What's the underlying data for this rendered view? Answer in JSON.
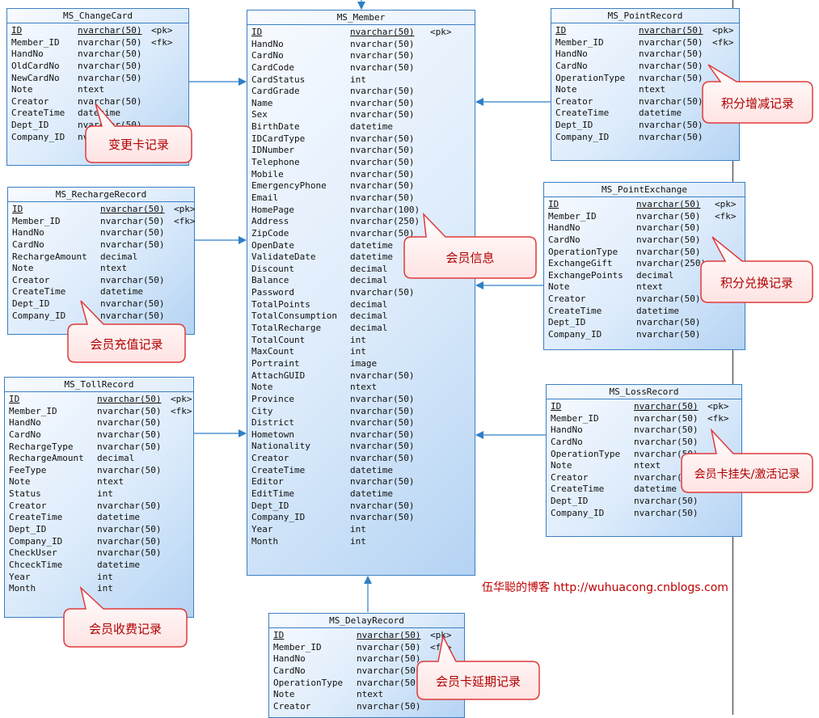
{
  "tables": {
    "member": {
      "name": "MS_Member",
      "rows": [
        [
          "ID",
          "nvarchar(50)",
          "<pk>"
        ],
        [
          "HandNo",
          "nvarchar(50)",
          ""
        ],
        [
          "CardNo",
          "nvarchar(50)",
          ""
        ],
        [
          "CardCode",
          "nvarchar(50)",
          ""
        ],
        [
          "CardStatus",
          "int",
          ""
        ],
        [
          "CardGrade",
          "nvarchar(50)",
          ""
        ],
        [
          "Name",
          "nvarchar(50)",
          ""
        ],
        [
          "Sex",
          "nvarchar(50)",
          ""
        ],
        [
          "BirthDate",
          "datetime",
          ""
        ],
        [
          "IDCardType",
          "nvarchar(50)",
          ""
        ],
        [
          "IDNumber",
          "nvarchar(50)",
          ""
        ],
        [
          "Telephone",
          "nvarchar(50)",
          ""
        ],
        [
          "Mobile",
          "nvarchar(50)",
          ""
        ],
        [
          "EmergencyPhone",
          "nvarchar(50)",
          ""
        ],
        [
          "Email",
          "nvarchar(50)",
          ""
        ],
        [
          "HomePage",
          "nvarchar(100)",
          ""
        ],
        [
          "Address",
          "nvarchar(250)",
          ""
        ],
        [
          "ZipCode",
          "nvarchar(50)",
          ""
        ],
        [
          "OpenDate",
          "datetime",
          ""
        ],
        [
          "ValidateDate",
          "datetime",
          ""
        ],
        [
          "Discount",
          "decimal",
          ""
        ],
        [
          "Balance",
          "decimal",
          ""
        ],
        [
          "Password",
          "nvarchar(50)",
          ""
        ],
        [
          "TotalPoints",
          "decimal",
          ""
        ],
        [
          "TotalConsumption",
          "decimal",
          ""
        ],
        [
          "TotalRecharge",
          "decimal",
          ""
        ],
        [
          "TotalCount",
          "int",
          ""
        ],
        [
          "MaxCount",
          "int",
          ""
        ],
        [
          "Portraint",
          "image",
          ""
        ],
        [
          "AttachGUID",
          "nvarchar(50)",
          ""
        ],
        [
          "Note",
          "ntext",
          ""
        ],
        [
          "Province",
          "nvarchar(50)",
          ""
        ],
        [
          "City",
          "nvarchar(50)",
          ""
        ],
        [
          "District",
          "nvarchar(50)",
          ""
        ],
        [
          "Hometown",
          "nvarchar(50)",
          ""
        ],
        [
          "Nationality",
          "nvarchar(50)",
          ""
        ],
        [
          "Creator",
          "nvarchar(50)",
          ""
        ],
        [
          "CreateTime",
          "datetime",
          ""
        ],
        [
          "Editor",
          "nvarchar(50)",
          ""
        ],
        [
          "EditTime",
          "datetime",
          ""
        ],
        [
          "Dept_ID",
          "nvarchar(50)",
          ""
        ],
        [
          "Company_ID",
          "nvarchar(50)",
          ""
        ],
        [
          "Year",
          "int",
          ""
        ],
        [
          "Month",
          "int",
          ""
        ]
      ]
    },
    "change_card": {
      "name": "MS_ChangeCard",
      "rows": [
        [
          "ID",
          "nvarchar(50)",
          "<pk>"
        ],
        [
          "Member_ID",
          "nvarchar(50)",
          "<fk>"
        ],
        [
          "HandNo",
          "nvarchar(50)",
          ""
        ],
        [
          "OldCardNo",
          "nvarchar(50)",
          ""
        ],
        [
          "NewCardNo",
          "nvarchar(50)",
          ""
        ],
        [
          "Note",
          "ntext",
          ""
        ],
        [
          "Creator",
          "nvarchar(50)",
          ""
        ],
        [
          "CreateTime",
          "datetime",
          ""
        ],
        [
          "Dept_ID",
          "nvarchar(50)",
          ""
        ],
        [
          "Company_ID",
          "nvarchar(50)",
          ""
        ]
      ]
    },
    "recharge_record": {
      "name": "MS_RechargeRecord",
      "rows": [
        [
          "ID",
          "nvarchar(50)",
          "<pk>"
        ],
        [
          "Member_ID",
          "nvarchar(50)",
          "<fk>"
        ],
        [
          "HandNo",
          "nvarchar(50)",
          ""
        ],
        [
          "CardNo",
          "nvarchar(50)",
          ""
        ],
        [
          "RechargeAmount",
          "decimal",
          ""
        ],
        [
          "Note",
          "ntext",
          ""
        ],
        [
          "Creator",
          "nvarchar(50)",
          ""
        ],
        [
          "CreateTime",
          "datetime",
          ""
        ],
        [
          "Dept_ID",
          "nvarchar(50)",
          ""
        ],
        [
          "Company_ID",
          "nvarchar(50)",
          ""
        ]
      ]
    },
    "toll_record": {
      "name": "MS_TollRecord",
      "rows": [
        [
          "ID",
          "nvarchar(50)",
          "<pk>"
        ],
        [
          "Member_ID",
          "nvarchar(50)",
          "<fk>"
        ],
        [
          "HandNo",
          "nvarchar(50)",
          ""
        ],
        [
          "CardNo",
          "nvarchar(50)",
          ""
        ],
        [
          "RechargeType",
          "nvarchar(50)",
          ""
        ],
        [
          "RechargeAmount",
          "decimal",
          ""
        ],
        [
          "FeeType",
          "nvarchar(50)",
          ""
        ],
        [
          "Note",
          "ntext",
          ""
        ],
        [
          "Status",
          "int",
          ""
        ],
        [
          "Creator",
          "nvarchar(50)",
          ""
        ],
        [
          "CreateTime",
          "datetime",
          ""
        ],
        [
          "Dept_ID",
          "nvarchar(50)",
          ""
        ],
        [
          "Company_ID",
          "nvarchar(50)",
          ""
        ],
        [
          "CheckUser",
          "nvarchar(50)",
          ""
        ],
        [
          "ChceckTime",
          "datetime",
          ""
        ],
        [
          "Year",
          "int",
          ""
        ],
        [
          "Month",
          "int",
          ""
        ]
      ]
    },
    "point_record": {
      "name": "MS_PointRecord",
      "rows": [
        [
          "ID",
          "nvarchar(50)",
          "<pk>"
        ],
        [
          "Member_ID",
          "nvarchar(50)",
          "<fk>"
        ],
        [
          "HandNo",
          "nvarchar(50)",
          ""
        ],
        [
          "CardNo",
          "nvarchar(50)",
          ""
        ],
        [
          "OperationType",
          "nvarchar(50)",
          ""
        ],
        [
          "Note",
          "ntext",
          ""
        ],
        [
          "Creator",
          "nvarchar(50)",
          ""
        ],
        [
          "CreateTime",
          "datetime",
          ""
        ],
        [
          "Dept_ID",
          "nvarchar(50)",
          ""
        ],
        [
          "Company_ID",
          "nvarchar(50)",
          ""
        ]
      ]
    },
    "point_exchange": {
      "name": "MS_PointExchange",
      "rows": [
        [
          "ID",
          "nvarchar(50)",
          "<pk>"
        ],
        [
          "Member_ID",
          "nvarchar(50)",
          "<fk>"
        ],
        [
          "HandNo",
          "nvarchar(50)",
          ""
        ],
        [
          "CardNo",
          "nvarchar(50)",
          ""
        ],
        [
          "OperationType",
          "nvarchar(50)",
          ""
        ],
        [
          "ExchangeGift",
          "nvarchar(250)",
          ""
        ],
        [
          "ExchangePoints",
          "decimal",
          ""
        ],
        [
          "Note",
          "ntext",
          ""
        ],
        [
          "Creator",
          "nvarchar(50)",
          ""
        ],
        [
          "CreateTime",
          "datetime",
          ""
        ],
        [
          "Dept_ID",
          "nvarchar(50)",
          ""
        ],
        [
          "Company_ID",
          "nvarchar(50)",
          ""
        ]
      ]
    },
    "loss_record": {
      "name": "MS_LossRecord",
      "rows": [
        [
          "ID",
          "nvarchar(50)",
          "<pk>"
        ],
        [
          "Member_ID",
          "nvarchar(50)",
          "<fk>"
        ],
        [
          "HandNo",
          "nvarchar(50)",
          ""
        ],
        [
          "CardNo",
          "nvarchar(50)",
          ""
        ],
        [
          "OperationType",
          "nvarchar(50)",
          ""
        ],
        [
          "Note",
          "ntext",
          ""
        ],
        [
          "Creator",
          "nvarchar(50)",
          ""
        ],
        [
          "CreateTime",
          "datetime",
          ""
        ],
        [
          "Dept_ID",
          "nvarchar(50)",
          ""
        ],
        [
          "Company_ID",
          "nvarchar(50)",
          ""
        ]
      ]
    },
    "delay_record": {
      "name": "MS_DelayRecord",
      "rows": [
        [
          "ID",
          "nvarchar(50)",
          "<pk>"
        ],
        [
          "Member_ID",
          "nvarchar(50)",
          "<fk>"
        ],
        [
          "HandNo",
          "nvarchar(50)",
          ""
        ],
        [
          "CardNo",
          "nvarchar(50)",
          ""
        ],
        [
          "OperationType",
          "nvarchar(50)",
          ""
        ],
        [
          "Note",
          "ntext",
          ""
        ],
        [
          "Creator",
          "nvarchar(50)",
          ""
        ]
      ]
    }
  },
  "callouts": {
    "change_card": "变更卡记录",
    "recharge": "会员充值记录",
    "toll": "会员收费记录",
    "member": "会员信息",
    "point_record": "积分增减记录",
    "point_exchange": "积分兑换记录",
    "loss": "会员卡挂失/激活记录",
    "delay": "会员卡延期记录"
  },
  "credit": "伍华聪的博客 http://wuhuacong.cnblogs.com",
  "colors": {
    "entity_border": "#3b7fc4",
    "link_line": "#2f7fc6",
    "callout_border": "#e03a3a",
    "callout_text": "#b00000",
    "credit_text": "#c00000"
  }
}
